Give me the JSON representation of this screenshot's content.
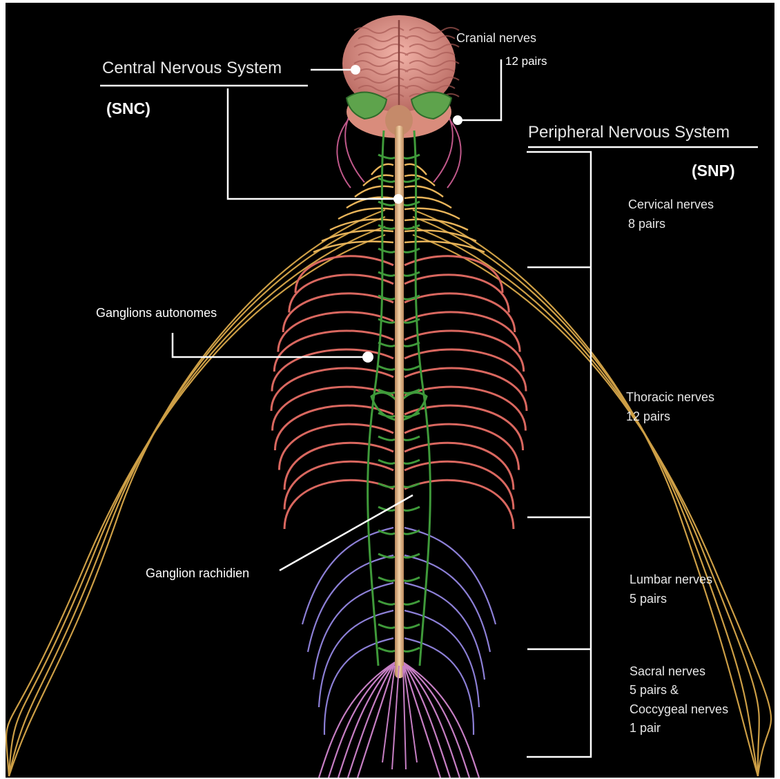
{
  "labels": {
    "cns": "Central Nervous System",
    "cns_abbr": "(SNC)",
    "cranial_title": "Cranial nerves",
    "cranial_pairs": "12 pairs",
    "pns": "Peripheral Nervous System",
    "pns_abbr": "(SNP)",
    "cervical_title": "Cervical nerves",
    "cervical_pairs": "8 pairs",
    "thoracic_title": "Thoracic nerves",
    "thoracic_pairs": "12 pairs",
    "lumbar_title": "Lumbar nerves",
    "lumbar_pairs": "5 pairs",
    "sacral_title": "Sacral nerves",
    "sacral_pairs": "5 pairs &",
    "coccygeal_title": "Coccygeal nerves",
    "coccygeal_pairs": "1 pair",
    "autonomic_ganglia": "Ganglions autonomes",
    "spinal_ganglion": "Ganglion rachidien"
  },
  "colors": {
    "background": "#000000",
    "leader_lines": "#ffffff",
    "brain": "#e39a8f",
    "spinal_cord": "#e8b98a",
    "sympathetic_chain": "#3f9a3a",
    "cervical_nerves": "#e8b45a",
    "thoracic_nerves": "#d9675f",
    "lumbar_nerves": "#8c7fd6",
    "sacral_nerves": "#c77fc4",
    "limb_nerves": "#d9a84a"
  }
}
